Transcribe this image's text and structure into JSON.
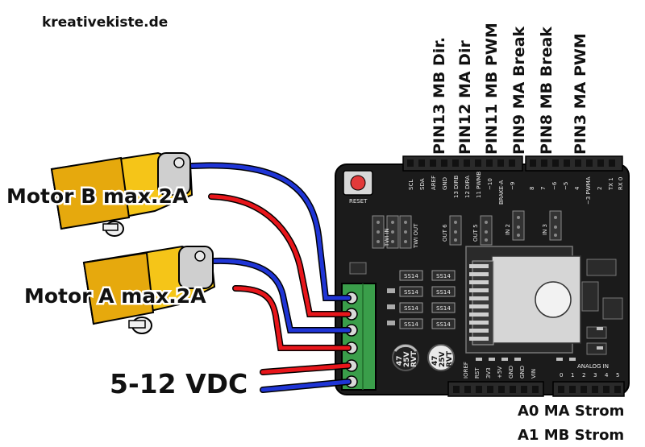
{
  "site": "kreativekiste.de",
  "motors": {
    "b_label": "Motor B max.2A",
    "a_label": "Motor A max.2A"
  },
  "power_label": "5-12 VDC",
  "pins": [
    "PIN13 MB Dir.",
    "PIN12 MA Dir",
    "PIN11 MB PWM",
    "PIN9 MA Break",
    "PIN8 MB Break",
    "PIN3 MA PWM"
  ],
  "analog": [
    "A0 MA Strom",
    "A1 MB Strom"
  ],
  "board": {
    "reset": "RESET",
    "header_top": [
      "SCL",
      "SDA",
      "AREF",
      "GND",
      "13 DIRB",
      "12 DIRA",
      "11 PWMB",
      "~10",
      "BRAKE-A",
      "~9",
      "8",
      "7",
      "~6",
      "~5",
      "4",
      "~3 PWMA",
      "2",
      "TX 1",
      "RX 0"
    ],
    "header_bottom": [
      "IOREF",
      "RST",
      "3V3",
      "+5V",
      "GND",
      "GND",
      "VIN"
    ],
    "analog_in": "ANALOG IN",
    "analog_nums": [
      "0",
      "1",
      "2",
      "3",
      "4",
      "5"
    ],
    "jumpers": [
      "TWI IN",
      "TWI OUT",
      "OUT 6",
      "OUT 5",
      "IN 2",
      "IN 3"
    ],
    "cap1": [
      "47",
      "25V",
      "RVT"
    ],
    "cap2": [
      "47",
      "25V",
      "RVT"
    ],
    "diode": "SS14"
  },
  "colors": {
    "board": "#1b1b1b",
    "terminal": "#3a9e4a",
    "wire_red": "#e8161b",
    "wire_blue": "#1f35d6",
    "motor_yellow": "#f5c518"
  }
}
